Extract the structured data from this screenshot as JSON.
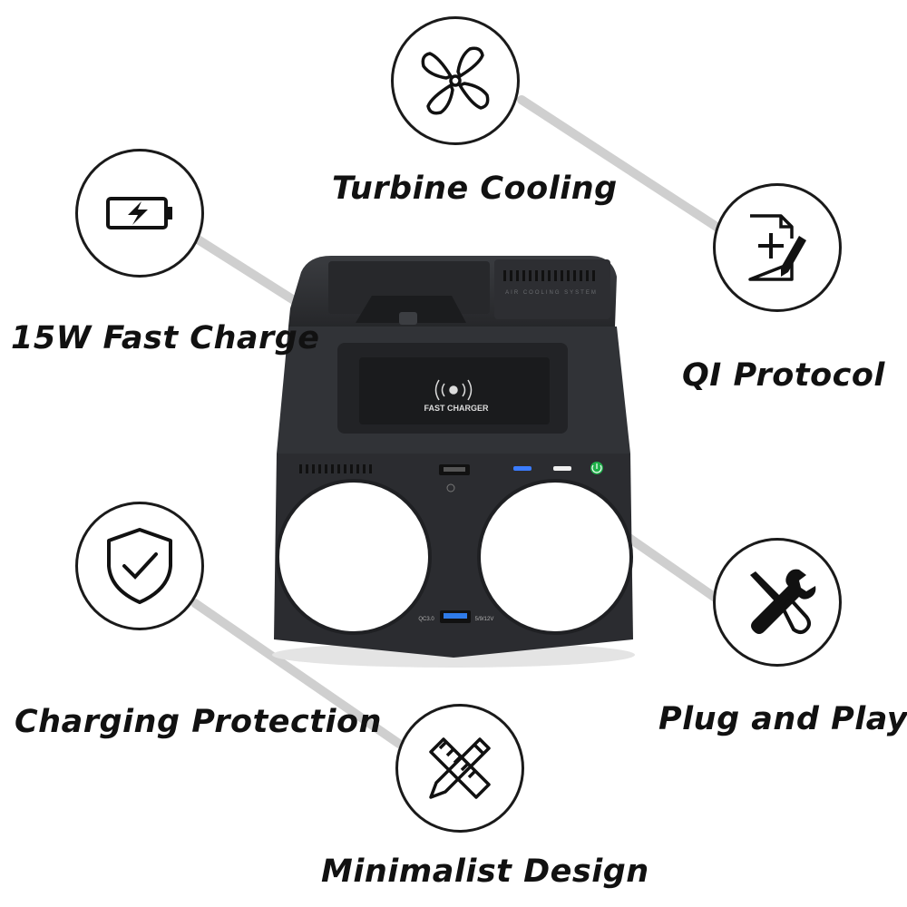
{
  "features": {
    "turbine_cooling": "Turbine Cooling",
    "fast_charge": "15W Fast Charge",
    "qi_protocol": "QI Protocol",
    "charging_protection": "Charging Protection",
    "plug_and_play": "Plug and Play",
    "minimalist_design": "Minimalist Design"
  },
  "device": {
    "pad_label": "FAST CHARGER",
    "vent_label": "AIR COOLING SYSTEM",
    "qc_label": "QC3.0",
    "volt_label": "5/9/12V",
    "body_color": "#2e3034"
  },
  "icons": {
    "turbine_cooling": "fan-icon",
    "fast_charge": "battery-charging-icon",
    "qi_protocol": "document-edit-icon",
    "charging_protection": "shield-check-icon",
    "plug_and_play": "wrench-screwdriver-icon",
    "minimalist_design": "ruler-pencil-icon"
  }
}
